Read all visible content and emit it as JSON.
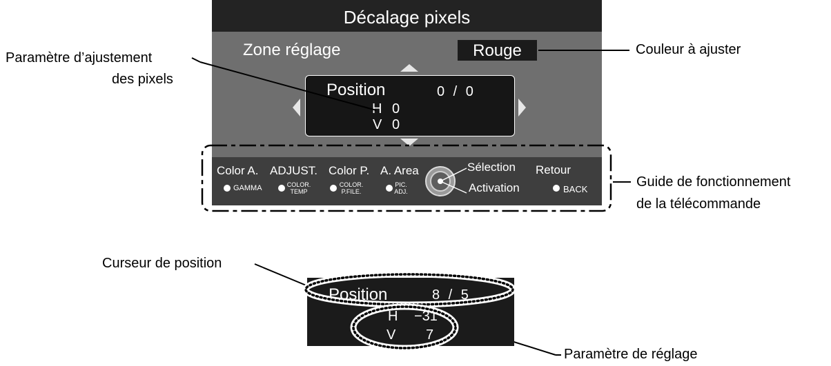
{
  "screen": {
    "title": "Décalage pixels",
    "zone_label": "Zone réglage",
    "color_value": "Rouge",
    "position_label": "Position",
    "position_value": "0 / 0",
    "h_label": "H",
    "h_value": "0",
    "v_label": "V",
    "v_value": "0"
  },
  "guide": {
    "items": [
      {
        "label": "Color A.",
        "sub1": "GAMMA",
        "sub2": ""
      },
      {
        "label": "ADJUST.",
        "sub1": "COLOR.",
        "sub2": "TEMP"
      },
      {
        "label": "Color P.",
        "sub1": "COLOR.",
        "sub2": "P.FILE."
      },
      {
        "label": "A. Area",
        "sub1": "PIC.",
        "sub2": "ADJ."
      }
    ],
    "select_label": "Sélection",
    "activate_label": "Activation",
    "back_label": "Retour",
    "back_key": "BACK"
  },
  "callouts": {
    "pixel_param_line1": "Paramètre d’ajustement",
    "pixel_param_line2": "des pixels",
    "color_to_adjust": "Couleur à ajuster",
    "remote_guide_line1": "Guide de fonctionnement",
    "remote_guide_line2": "de la télécommande",
    "cursor_position": "Curseur de position",
    "setting_param": "Paramètre de réglage"
  },
  "zoom": {
    "position_label": "Position",
    "position_value": "8 / 5",
    "h_label": "H",
    "h_value": "−31",
    "v_label": "V",
    "v_value": "7"
  },
  "colors": {
    "panel_bg": "#6f6f6f",
    "title_bg": "#232323",
    "guide_bg": "#3e3e3e",
    "box_bg": "#161616",
    "text": "#ffffff"
  }
}
